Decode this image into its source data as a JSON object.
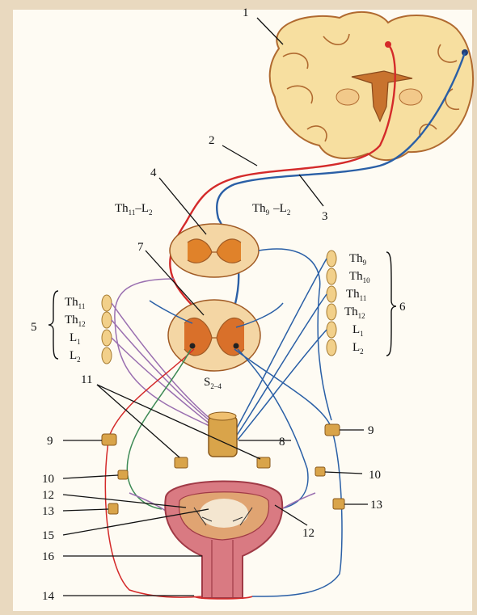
{
  "labels": {
    "n1": "1",
    "n2": "2",
    "n3": "3",
    "n4": "4",
    "n5": "5",
    "n6": "6",
    "n7": "7",
    "n8": "8",
    "n9": "9",
    "n10": "10",
    "n11": "11",
    "n12": "12",
    "n13": "13",
    "n14": "14",
    "n15": "15",
    "n16": "16"
  },
  "segments": {
    "th": "Th",
    "l": "L",
    "s": "S",
    "dash": "–",
    "th11": "11",
    "th12": "12",
    "th9": "9",
    "th10": "10",
    "l1": "1",
    "l2": "2",
    "s24": "2–4"
  },
  "colors": {
    "motor_red": "#d42a2a",
    "sensory_blue": "#2a5fa6",
    "parasympathetic_green": "#3d8a55",
    "sympathetic_purple": "#9a6fb0",
    "brain_tissue": "#f7dfa0",
    "spinal_gray": "#d9822a",
    "ganglion": "#d9a44a",
    "bladder_wall": "#d97a82"
  }
}
